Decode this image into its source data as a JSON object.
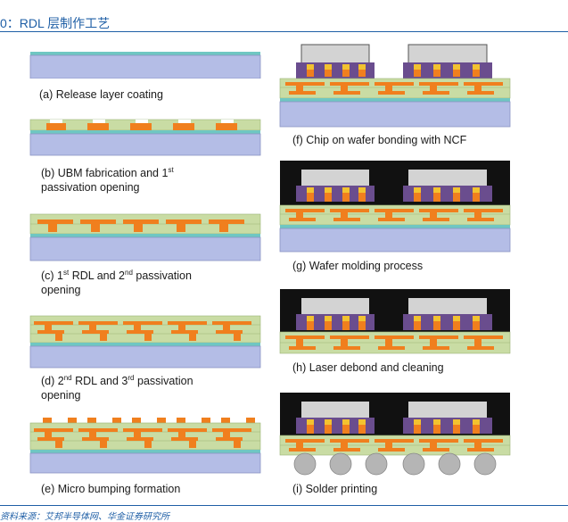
{
  "header": {
    "title": "0：RDL 层制作工艺"
  },
  "captions": {
    "a": "(a) Release layer coating",
    "b_pre": "(b) UBM fabrication and 1",
    "b_sup": "st",
    "b_post": "passivation opening",
    "c_pre": "(c) 1",
    "c_sup1": "st",
    "c_mid": " RDL and 2",
    "c_sup2": "nd",
    "c_post": " passivation",
    "c_line2": "opening",
    "d_pre": "(d) 2",
    "d_sup1": "nd",
    "d_mid": "  RDL and 3",
    "d_sup2": "rd",
    "d_post": " passivation",
    "d_line2": "opening",
    "e": "(e) Micro bumping formation",
    "f": "(f) Chip on wafer bonding with NCF",
    "g": "(g) Wafer molding process",
    "h": "(h) Laser debond and cleaning",
    "i": "(i) Solder printing"
  },
  "source": "资料来源：艾邦半导体网、华金证券研究所",
  "colors": {
    "accent": "#1f5fa6",
    "substrate": "#b4bde6",
    "release": "#6fc7c2",
    "passivation": "#c9dca4",
    "copper": "#f07f1e",
    "mold": "#111111",
    "chip": "#d3d3d3",
    "ncf": "#6a4d8e",
    "solder": "#b5b5b5"
  }
}
